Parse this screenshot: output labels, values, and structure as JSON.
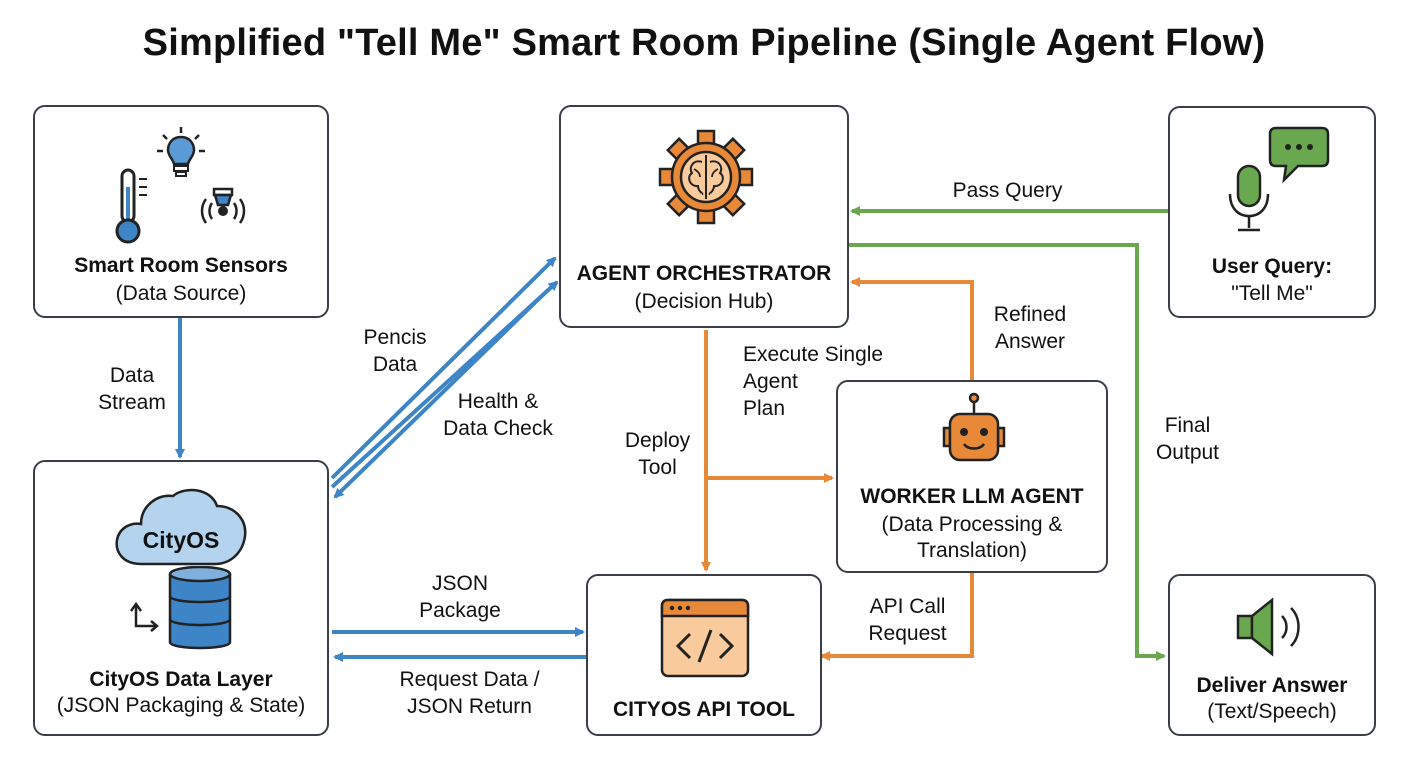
{
  "title": "Simplified \"Tell Me\" Smart Room Pipeline (Single Agent Flow)",
  "nodes": {
    "sensors": {
      "title": "Smart Room Sensors",
      "subtitle": "(Data Source)"
    },
    "orchestrator": {
      "title": "AGENT ORCHESTRATOR",
      "subtitle": "(Decision Hub)"
    },
    "user_query": {
      "title": "User Query:",
      "subtitle": "\"Tell Me\""
    },
    "data_layer": {
      "title": "CityOS Data Layer",
      "subtitle": "(JSON Packaging & State)",
      "cloud_label": "CityOS"
    },
    "worker": {
      "title": "WORKER LLM AGENT",
      "subtitle_line1": "(Data Processing &",
      "subtitle_line2": "Translation)"
    },
    "api_tool": {
      "title": "CITYOS API TOOL"
    },
    "deliver": {
      "title": "Deliver Answer",
      "subtitle": "(Text/Speech)"
    }
  },
  "edges": {
    "data_stream": [
      "Data",
      "Stream"
    ],
    "pencis_data": [
      "Pencis",
      "Data"
    ],
    "health_check": [
      "Health &",
      "Data Check"
    ],
    "pass_query": [
      "Pass Query"
    ],
    "refined_answer": [
      "Refined",
      "Answer"
    ],
    "execute_plan": [
      "Execute Single",
      "Agent",
      "Plan"
    ],
    "deploy_tool": [
      "Deploy",
      "Tool"
    ],
    "final_output": [
      "Final",
      "Output"
    ],
    "json_package": [
      "JSON",
      "Package"
    ],
    "request_data": [
      "Request Data /",
      "JSON Return"
    ],
    "api_call": [
      "API Call",
      "Request"
    ]
  },
  "colors": {
    "blue": "#3d85c6",
    "orange": "#e8893a",
    "green": "#6aa84f",
    "border": "#3a3f47"
  },
  "icons": [
    "thermometer-icon",
    "lightbulb-icon",
    "motion-sensor-icon",
    "gear-brain-icon",
    "microphone-icon",
    "chat-bubble-icon",
    "cloud-icon",
    "database-icon",
    "robot-icon",
    "code-window-icon",
    "speaker-icon"
  ]
}
